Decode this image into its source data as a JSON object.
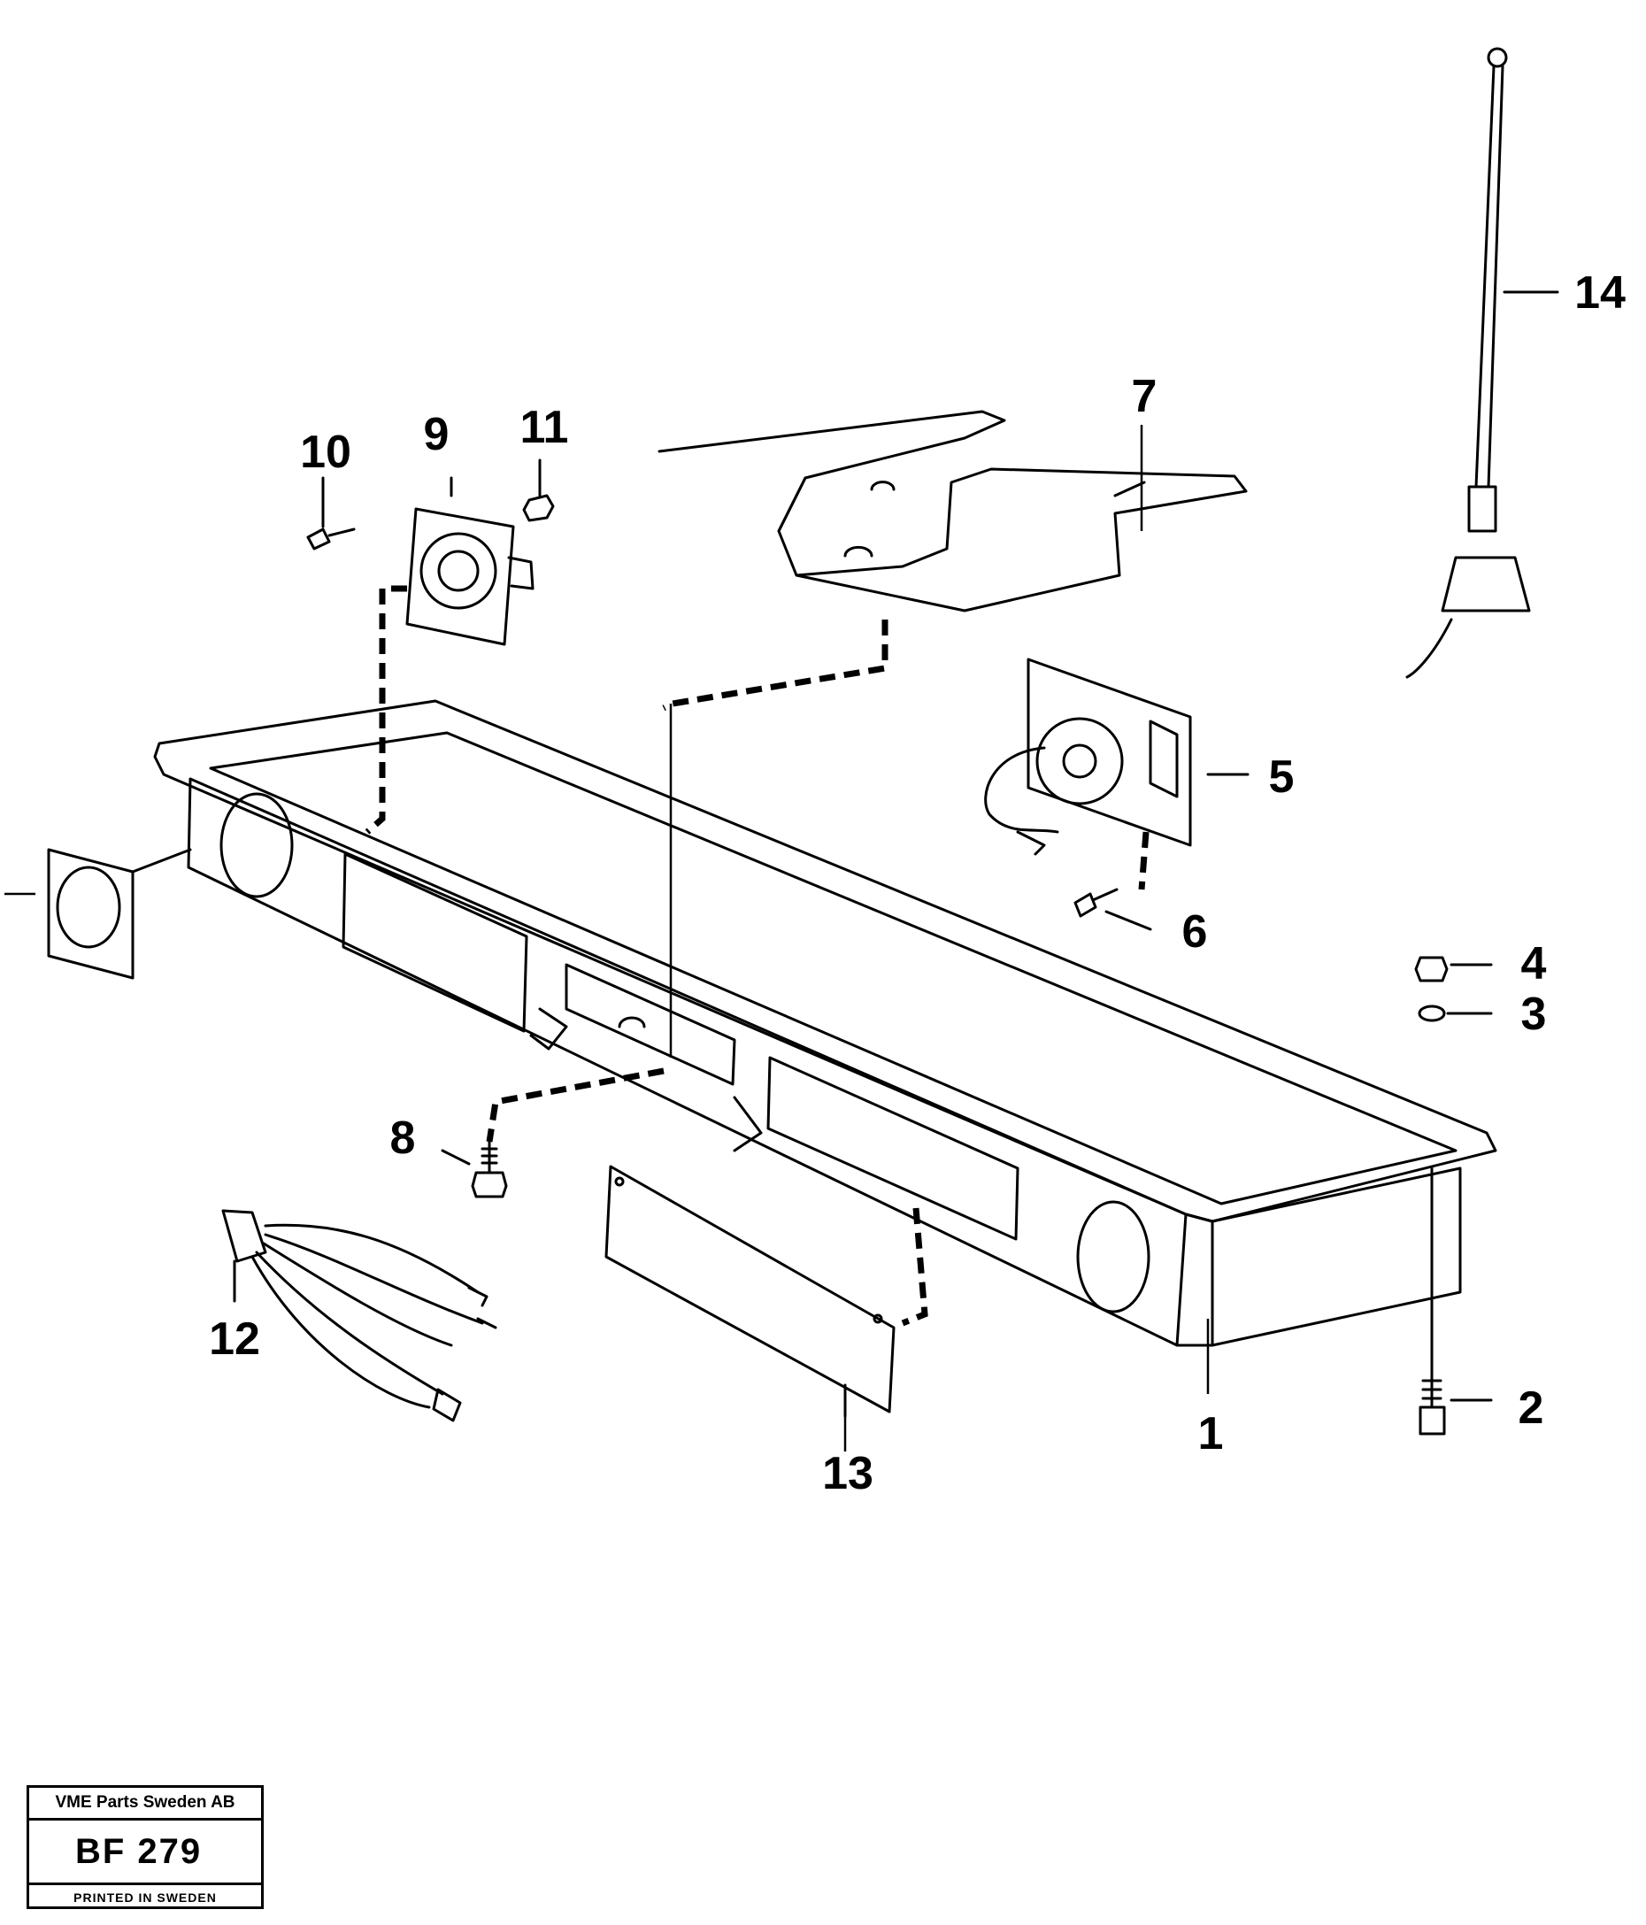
{
  "callouts": {
    "c1": "1",
    "c2": "2",
    "c3": "3",
    "c4": "4",
    "c5": "5",
    "c6": "6",
    "c7": "7",
    "c8": "8",
    "c9": "9",
    "c10": "10",
    "c11": "11",
    "c12": "12",
    "c13": "13",
    "c14": "14"
  },
  "title_block": {
    "company": "VME Parts Sweden AB",
    "code": "BF 279",
    "printed": "PRINTED IN SWEDEN"
  }
}
